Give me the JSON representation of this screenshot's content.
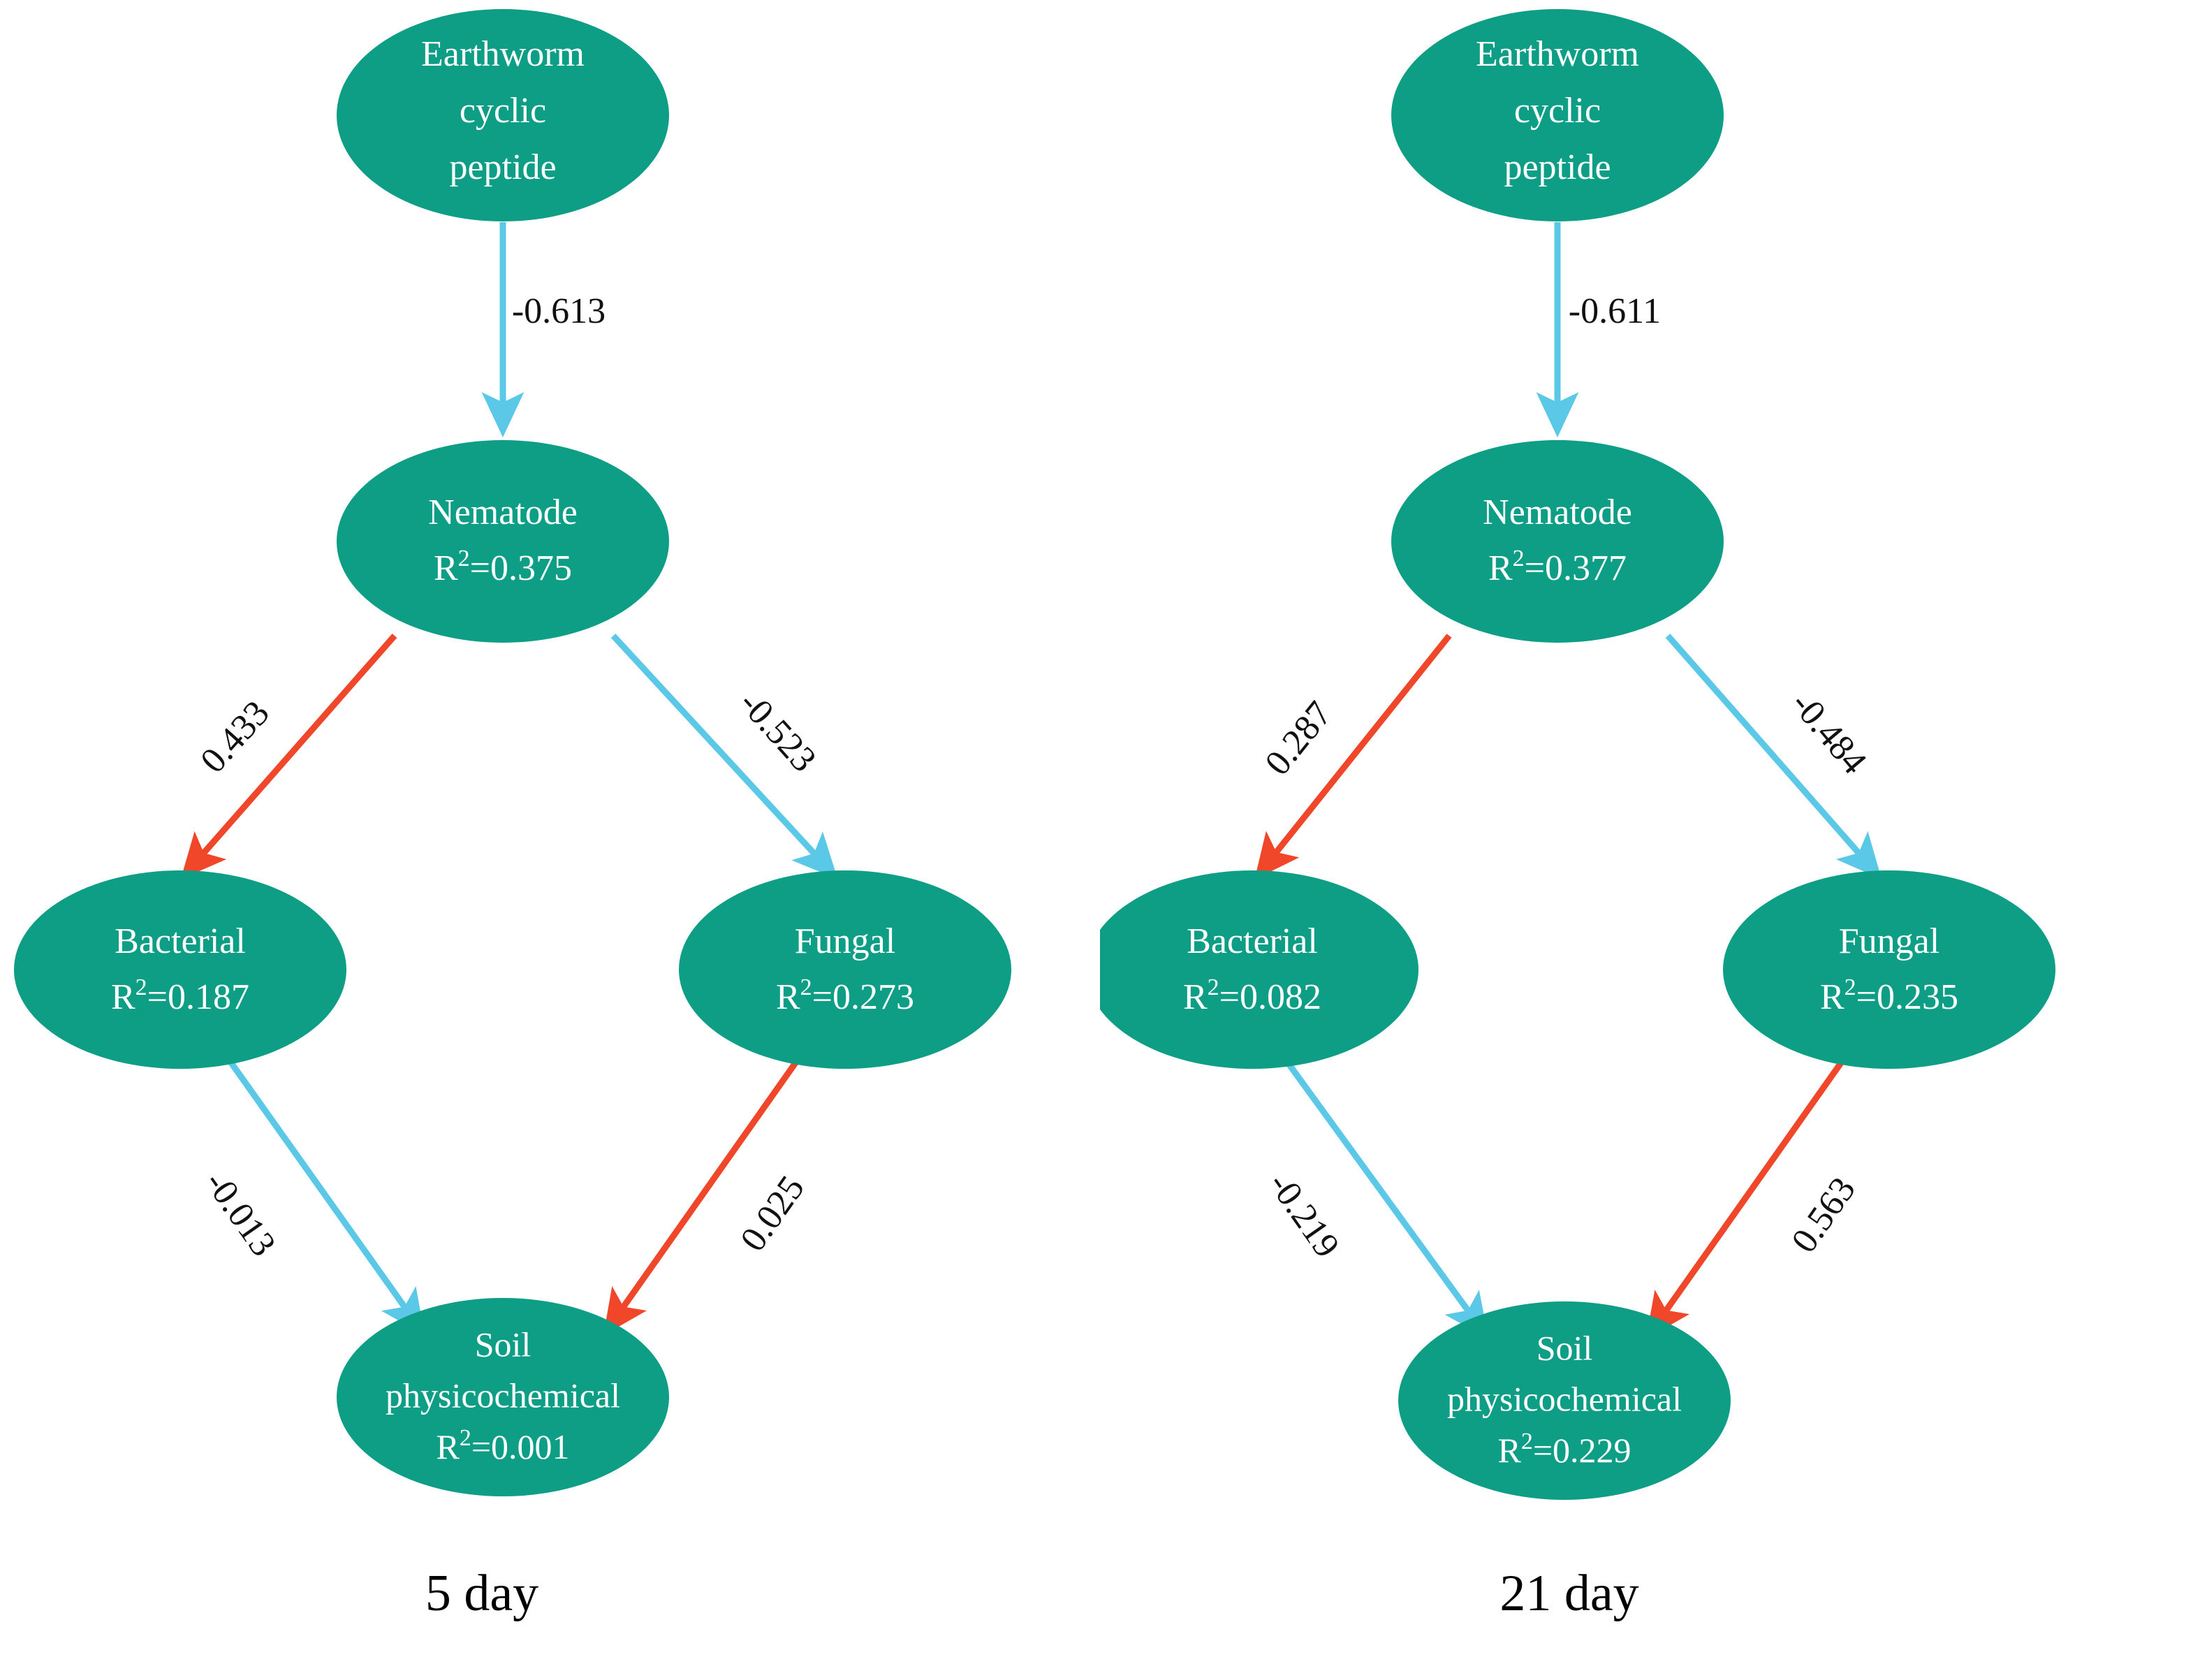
{
  "figure": {
    "type": "path-diagram",
    "description": "Two structural equation model (SEM) path diagrams comparing earthworm cyclic peptide effects at 5 days and 21 days",
    "colors": {
      "node_fill": "#0D9E85",
      "node_text": "#FFFFFF",
      "negative_path": "#5BC8E8",
      "positive_path": "#F0462A",
      "label_text": "#111111",
      "background": "#FFFFFF"
    },
    "legend_implied": {
      "blue": "negative standardized path coefficient",
      "red": "positive standardized path coefficient"
    }
  },
  "panels": [
    {
      "id": "day5",
      "caption": "5 day",
      "nodes": [
        {
          "id": "earthworm",
          "line1": "Earthworm",
          "line2": "cyclic",
          "line3": "peptide",
          "r2": null,
          "r2_label": ""
        },
        {
          "id": "nematode",
          "line1": "Nematode",
          "line2": null,
          "line3": null,
          "r2": 0.375,
          "r2_label": "=0.375"
        },
        {
          "id": "bacterial",
          "line1": "Bacterial",
          "line2": null,
          "line3": null,
          "r2": 0.187,
          "r2_label": "=0.187"
        },
        {
          "id": "fungal",
          "line1": "Fungal",
          "line2": null,
          "line3": null,
          "r2": 0.273,
          "r2_label": "=0.273"
        },
        {
          "id": "soil",
          "line1": "Soil",
          "line2": "physicochemical",
          "line3": null,
          "r2": 0.001,
          "r2_label": "=0.001"
        }
      ],
      "edges": [
        {
          "id": "earthworm-nematode",
          "from": "earthworm",
          "to": "nematode",
          "coefficient": -0.613,
          "label": "-0.613",
          "sign": "negative",
          "color": "#5BC8E8"
        },
        {
          "id": "nematode-bacterial",
          "from": "nematode",
          "to": "bacterial",
          "coefficient": 0.433,
          "label": "0.433",
          "sign": "positive",
          "color": "#F0462A"
        },
        {
          "id": "nematode-fungal",
          "from": "nematode",
          "to": "fungal",
          "coefficient": -0.523,
          "label": "-0.523",
          "sign": "negative",
          "color": "#5BC8E8"
        },
        {
          "id": "bacterial-soil",
          "from": "bacterial",
          "to": "soil",
          "coefficient": -0.013,
          "label": "-0.013",
          "sign": "negative",
          "color": "#5BC8E8"
        },
        {
          "id": "fungal-soil",
          "from": "fungal",
          "to": "soil",
          "coefficient": 0.025,
          "label": "0.025",
          "sign": "positive",
          "color": "#F0462A"
        }
      ]
    },
    {
      "id": "day21",
      "caption": "21 day",
      "nodes": [
        {
          "id": "earthworm",
          "line1": "Earthworm",
          "line2": "cyclic",
          "line3": "peptide",
          "r2": null,
          "r2_label": ""
        },
        {
          "id": "nematode",
          "line1": "Nematode",
          "line2": null,
          "line3": null,
          "r2": 0.377,
          "r2_label": "=0.377"
        },
        {
          "id": "bacterial",
          "line1": "Bacterial",
          "line2": null,
          "line3": null,
          "r2": 0.082,
          "r2_label": "=0.082"
        },
        {
          "id": "fungal",
          "line1": "Fungal",
          "line2": null,
          "line3": null,
          "r2": 0.235,
          "r2_label": "=0.235"
        },
        {
          "id": "soil",
          "line1": "Soil",
          "line2": "physicochemical",
          "line3": null,
          "r2": 0.229,
          "r2_label": "=0.229"
        }
      ],
      "edges": [
        {
          "id": "earthworm-nematode",
          "from": "earthworm",
          "to": "nematode",
          "coefficient": -0.611,
          "label": "-0.611",
          "sign": "negative",
          "color": "#5BC8E8"
        },
        {
          "id": "nematode-bacterial",
          "from": "nematode",
          "to": "bacterial",
          "coefficient": 0.287,
          "label": "0.287",
          "sign": "positive",
          "color": "#F0462A"
        },
        {
          "id": "nematode-fungal",
          "from": "nematode",
          "to": "fungal",
          "coefficient": -0.484,
          "label": "-0.484",
          "sign": "negative",
          "color": "#5BC8E8"
        },
        {
          "id": "bacterial-soil",
          "from": "bacterial",
          "to": "soil",
          "coefficient": -0.219,
          "label": "-0.219",
          "sign": "negative",
          "color": "#5BC8E8"
        },
        {
          "id": "fungal-soil",
          "from": "fungal",
          "to": "soil",
          "coefficient": 0.563,
          "label": "0.563",
          "sign": "positive",
          "color": "#F0462A"
        }
      ]
    }
  ],
  "r_symbol": "R"
}
